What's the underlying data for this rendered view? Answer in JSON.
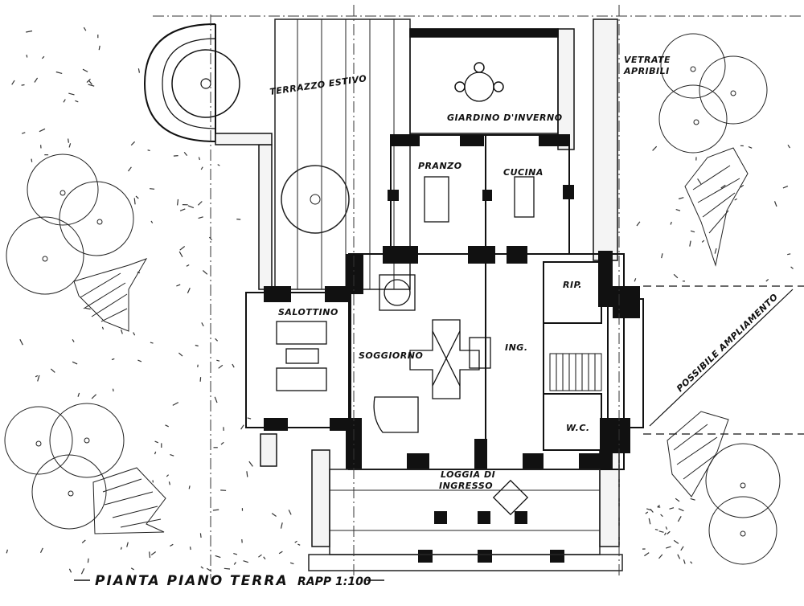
{
  "drawing": {
    "title": "PIANTA PIANO TERRA",
    "scale": "RAPP 1:100",
    "ink": "#111111",
    "paper": "#ffffff"
  },
  "rooms": {
    "terrazzo_estivo": "TERRAZZO ESTIVO",
    "giardino_invernale": "GIARDINO D'INVERNO",
    "pranzo": "PRANZO",
    "cucina": "CUCINA",
    "salottino": "SALOTTINO",
    "soggiorno": "SOGGIORNO",
    "ingresso": "ING.",
    "ripostiglio": "RIP.",
    "wc": "W.C.",
    "loggia_line1": "LOGGIA DI",
    "loggia_line2": "INGRESSO"
  },
  "annotations": {
    "vetrate": "VETRATE",
    "apribili": "APRIBILI",
    "ampliamento": "POSSIBILE AMPLIAMENTO"
  }
}
